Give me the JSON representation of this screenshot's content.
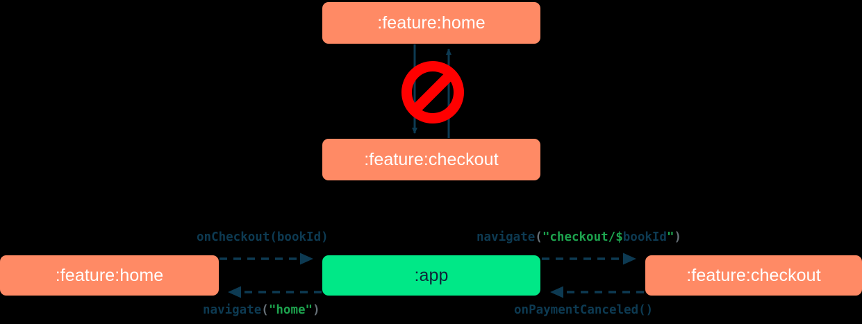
{
  "diagram": {
    "title": "module navigation dependency diagram",
    "background": "#000000",
    "colors": {
      "module_feature": "#FF8A65",
      "module_app": "#00E887",
      "arrow": "#0D3A52",
      "forbidden": "#FF0000",
      "text_on_feature": "#FFFFFF",
      "text_on_app": "#0D2538",
      "code_identifier": "#0D3A52",
      "code_punctuation": "#666F76",
      "code_string": "#1DA34E"
    }
  },
  "top_section": {
    "nodes": [
      {
        "id": "home-top",
        "label": ":feature:home",
        "style": "orange"
      },
      {
        "id": "checkout-top",
        "label": ":feature:checkout",
        "style": "orange"
      }
    ],
    "forbidden_marker": {
      "icon": "no-entry-icon",
      "meaning": "direct dependency not allowed"
    },
    "edges": [
      {
        "from": "home-top",
        "to": "checkout-top",
        "direction": "down",
        "style": "solid"
      },
      {
        "from": "checkout-top",
        "to": "home-top",
        "direction": "up",
        "style": "solid"
      }
    ]
  },
  "bottom_section": {
    "nodes": [
      {
        "id": "home-bottom",
        "label": ":feature:home",
        "style": "orange"
      },
      {
        "id": "app",
        "label": ":app",
        "style": "green"
      },
      {
        "id": "checkout-bottom",
        "label": ":feature:checkout",
        "style": "orange"
      }
    ],
    "edges": [
      {
        "id": "home-to-app",
        "from": "home-bottom",
        "to": "app",
        "style": "dashed",
        "direction": "right",
        "label_plain": "onCheckout(bookId)",
        "label_tokens": [
          {
            "text": "onCheckout(bookId)",
            "type": "identifier"
          }
        ]
      },
      {
        "id": "app-to-checkout",
        "from": "app",
        "to": "checkout-bottom",
        "style": "dashed",
        "direction": "right",
        "label_plain": "navigate(\"checkout/$bookId\")",
        "label_tokens": [
          {
            "text": "navigate",
            "type": "identifier"
          },
          {
            "text": "(",
            "type": "punct"
          },
          {
            "text": "\"checkout/$",
            "type": "string"
          },
          {
            "text": "bookId",
            "type": "identifier"
          },
          {
            "text": "\"",
            "type": "string"
          },
          {
            "text": ")",
            "type": "punct"
          }
        ]
      },
      {
        "id": "app-to-home",
        "from": "app",
        "to": "home-bottom",
        "style": "dashed",
        "direction": "left",
        "label_plain": "navigate(\"home\")",
        "label_tokens": [
          {
            "text": "navigate",
            "type": "identifier"
          },
          {
            "text": "(",
            "type": "punct"
          },
          {
            "text": "\"home\"",
            "type": "string"
          },
          {
            "text": ")",
            "type": "punct"
          }
        ]
      },
      {
        "id": "checkout-to-app",
        "from": "checkout-bottom",
        "to": "app",
        "style": "dashed",
        "direction": "left",
        "label_plain": "onPaymentCanceled()",
        "label_tokens": [
          {
            "text": "onPaymentCanceled()",
            "type": "identifier"
          }
        ]
      }
    ]
  }
}
